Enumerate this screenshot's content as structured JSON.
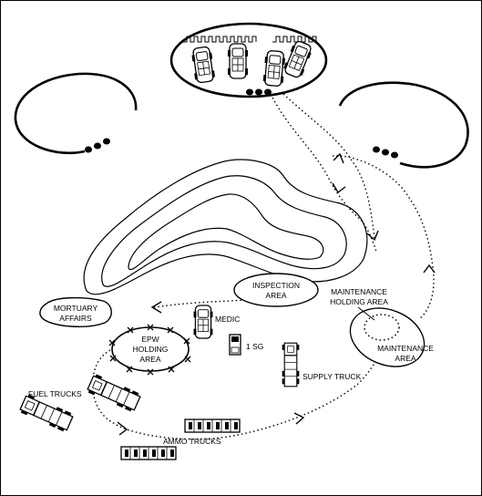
{
  "labels": {
    "inspection_area": [
      "INSPECTION",
      "AREA"
    ],
    "mortuary_affairs": [
      "MORTUARY",
      "AFFAIRS"
    ],
    "maintenance_holding_area": [
      "MAINTENANCE",
      "HOLDING AREA"
    ],
    "maintenance_area": [
      "MAINTENANCE",
      "AREA"
    ],
    "epw_holding_area": [
      "EPW",
      "HOLDING",
      "AREA"
    ],
    "medic": "MEDIC",
    "first_sergeant": "1 SG",
    "supply_truck": "SUPPLY TRUCK",
    "fuel_trucks": "FUEL TRUCKS",
    "ammo_trucks": "AMMO TRUCKS"
  },
  "colors": {
    "line": "#000000",
    "background": "#ffffff"
  },
  "icons": [
    "vehicle-icon",
    "truck-icon",
    "concertina-wire-icon",
    "ellipsis-dots-icon",
    "arrow-icon"
  ]
}
